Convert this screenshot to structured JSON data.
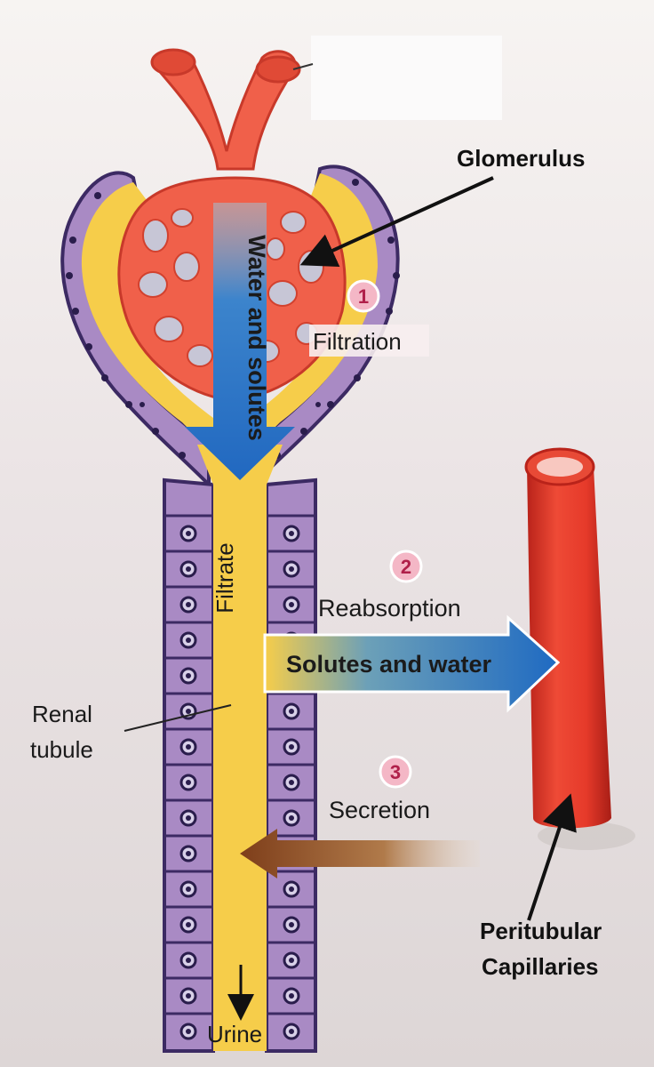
{
  "labels": {
    "glomerulus": "Glomerulus",
    "filtration_num": "1",
    "filtration": "Filtration",
    "water_solutes": "Water and solutes",
    "filtrate": "Filtrate",
    "reabsorption_num": "2",
    "reabsorption": "Reabsorption",
    "solutes_water": "Solutes and water",
    "secretion_num": "3",
    "secretion": "Secretion",
    "renal_line1": "Renal",
    "renal_line2": "tubule",
    "peritubular_line1": "Peritubular",
    "peritubular_line2": "Capillaries",
    "urine": "Urine"
  },
  "colors": {
    "capillary": "#f0604a",
    "capillary_dark": "#d2412e",
    "filtrate_yellow": "#f6cd4a",
    "cell_purple": "#a98ac4",
    "cell_border": "#3c2a63",
    "blue_arrow": "#2a73c8",
    "brown_arrow": "#8b4a22",
    "vessel_red": "#e3392a",
    "step_circle": "#f4b7c6"
  },
  "icons": {
    "glomerulus_arrow": "pointer-arrow-icon",
    "peritubular_arrow": "pointer-arrow-icon",
    "urine_arrow": "down-arrow-icon"
  }
}
